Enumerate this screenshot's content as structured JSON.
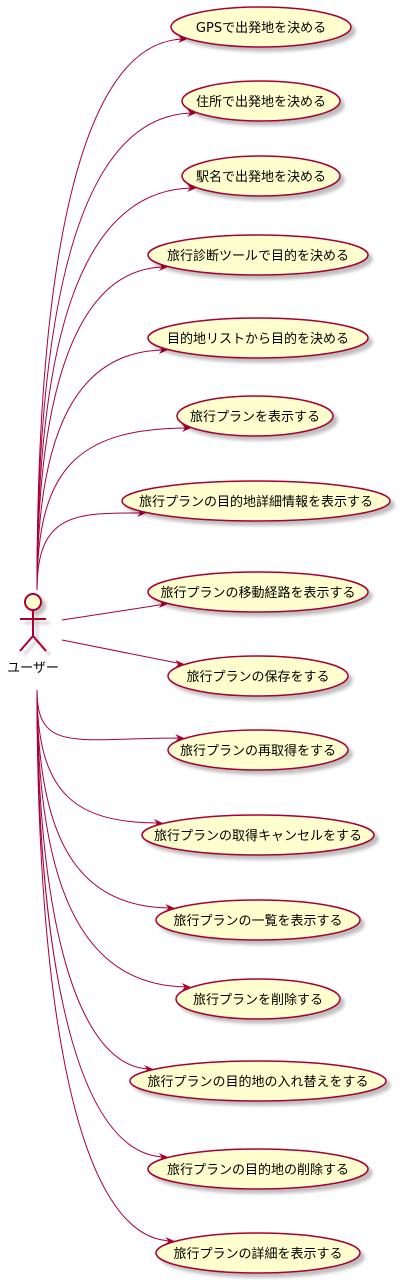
{
  "colors": {
    "line": "#A80036",
    "usecase_fill": "#FEFECE",
    "usecase_border": "#A80036",
    "shadow": "#C8C8C8",
    "text": "#000000"
  },
  "actor": {
    "name": "ユーザー",
    "icon": "stick-figure-actor-icon"
  },
  "use_cases": [
    {
      "id": "uc1",
      "label": "GPSで出発地を決める"
    },
    {
      "id": "uc2",
      "label": "住所で出発地を決める"
    },
    {
      "id": "uc3",
      "label": "駅名で出発地を決める"
    },
    {
      "id": "uc4",
      "label": "旅行診断ツールで目的を決める"
    },
    {
      "id": "uc5",
      "label": "目的地リストから目的を決める"
    },
    {
      "id": "uc6",
      "label": "旅行プランを表示する"
    },
    {
      "id": "uc7",
      "label": "旅行プランの目的地詳細情報を表示する"
    },
    {
      "id": "uc8",
      "label": "旅行プランの移動経路を表示する"
    },
    {
      "id": "uc9",
      "label": "旅行プランの保存をする"
    },
    {
      "id": "uc10",
      "label": "旅行プランの再取得をする"
    },
    {
      "id": "uc11",
      "label": "旅行プランの取得キャンセルをする"
    },
    {
      "id": "uc12",
      "label": "旅行プランの一覧を表示する"
    },
    {
      "id": "uc13",
      "label": "旅行プランを削除する"
    },
    {
      "id": "uc14",
      "label": "旅行プランの目的地の入れ替えをする"
    },
    {
      "id": "uc15",
      "label": "旅行プランの目的地の削除する"
    },
    {
      "id": "uc16",
      "label": "旅行プランの詳細を表示する"
    }
  ]
}
